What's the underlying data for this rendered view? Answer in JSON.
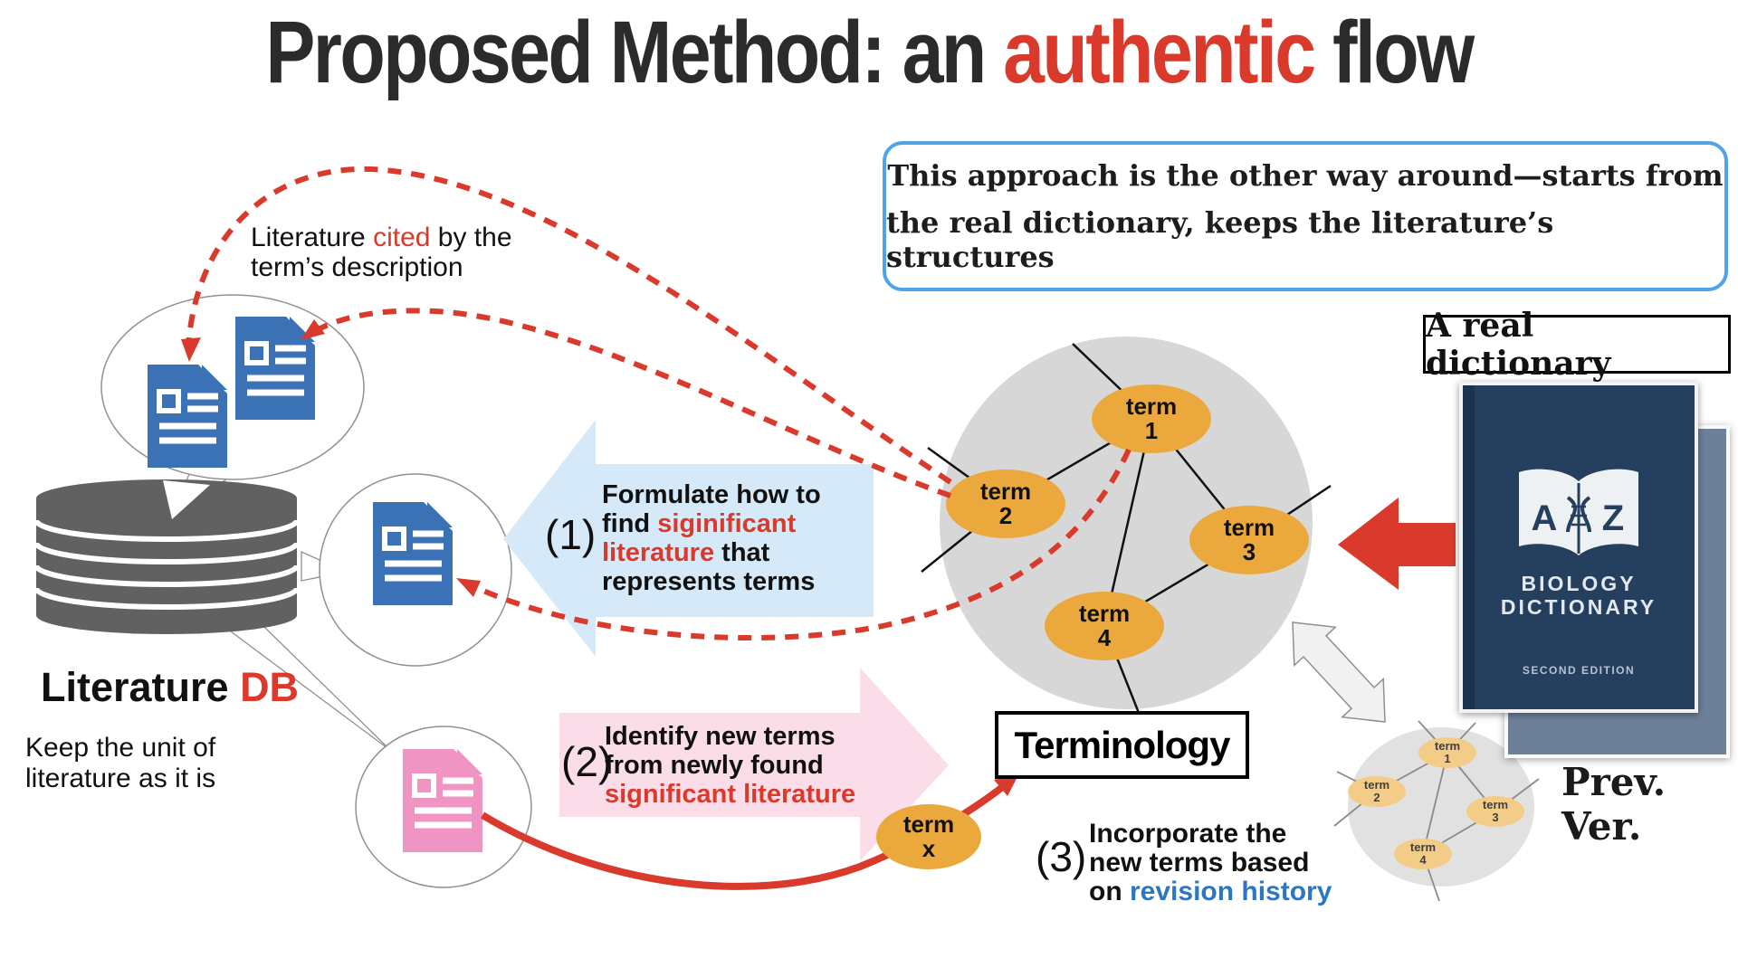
{
  "colors": {
    "accent_red": "#d93a2b",
    "link_blue": "#2d77c2",
    "doc_blue": "#3a72b5",
    "doc_pink": "#f095c3",
    "node_orange": "#eba93d",
    "node_orange_faded": "#f3cd87",
    "arrow_blue_bg": "#d5e9f8",
    "arrow_pink_bg": "#fbdde9",
    "callout_border": "#51a3e8",
    "cylinder_gray": "#616161"
  },
  "title": {
    "pre": "Proposed Method: an ",
    "highlight": "authentic",
    "post": " flow"
  },
  "callout": {
    "line1": "This approach is the other way around—starts from",
    "line2": "the real dictionary, keeps the literature’s structures"
  },
  "lit_cited": {
    "p1": "Literature ",
    "p2": "cited",
    "p3": " by the",
    "line2": "term’s description"
  },
  "literature_db": {
    "p1": "Literature ",
    "p2": "DB"
  },
  "keep_unit": {
    "line1": "Keep the unit of",
    "line2": "literature as it is"
  },
  "step1": {
    "num": "(1)",
    "l1": "Formulate how to",
    "l2a": "find ",
    "l2b": "siginificant",
    "l3a": "literature",
    "l3b": " that",
    "l4": "represents terms"
  },
  "step2": {
    "num": "(2)",
    "l1": "Identify new terms",
    "l2": "from newly found",
    "l3": "significant literature"
  },
  "step3": {
    "num": "(3)",
    "l1": "Incorporate the",
    "l2": "new terms based",
    "l3a": "on ",
    "l3b": "revision history"
  },
  "terminology_label": "Terminology",
  "real_dictionary_label": "A real dictionary",
  "prev_ver_label": "Prev. Ver.",
  "book": {
    "letter_a": "A",
    "letter_z": "Z",
    "line1": "BIOLOGY",
    "line2": "DICTIONARY",
    "edition": "SECOND EDITION"
  },
  "network": {
    "nodes": [
      {
        "a": "term",
        "b": "1"
      },
      {
        "a": "term",
        "b": "2"
      },
      {
        "a": "term",
        "b": "3"
      },
      {
        "a": "term",
        "b": "4"
      }
    ],
    "extra": {
      "a": "term",
      "b": "x"
    }
  }
}
